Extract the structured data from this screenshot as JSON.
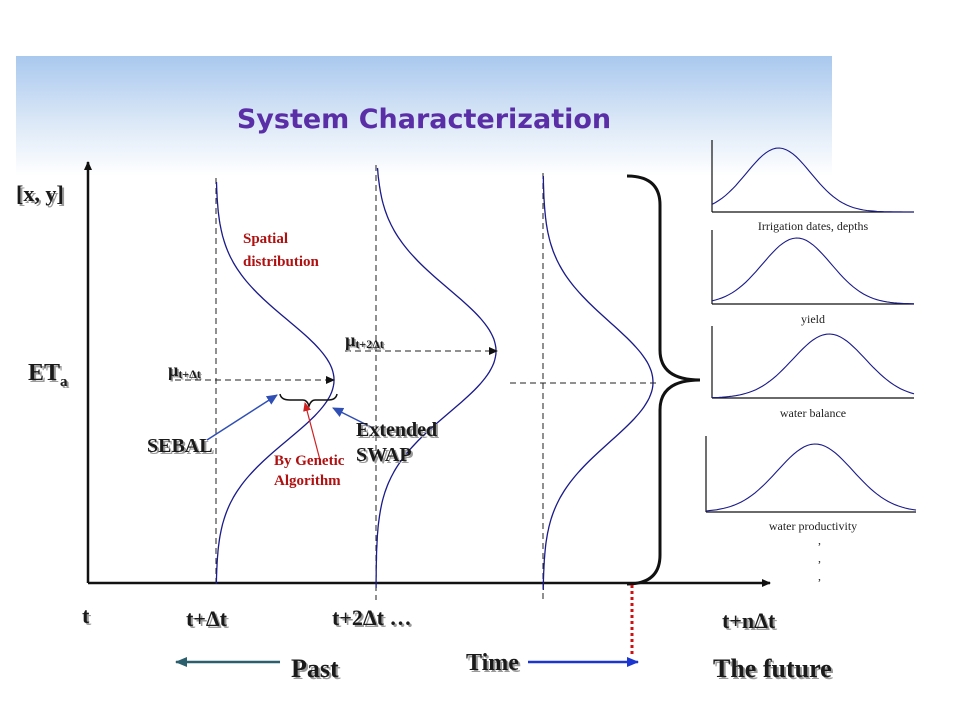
{
  "title": "System Characterization",
  "axis": {
    "y_label": "[x, y]",
    "eta_label": "ET",
    "eta_sub": "a",
    "x_ticks": [
      "t",
      "t+Δt",
      "t+2Δt …",
      "t+nΔt"
    ]
  },
  "labels": {
    "spatial_line1": "Spatial",
    "spatial_line2": "distribution",
    "mu1_symbol": "µ",
    "mu1_sub": "t+Δt",
    "mu2_symbol": "µ",
    "mu2_sub": "t+2Δt",
    "sebal": "SEBAL",
    "extended_line1": "Extended",
    "extended_line2": "SWAP",
    "genetic_line1": "By Genetic",
    "genetic_line2": "Algorithm"
  },
  "timeline": {
    "past": "Past",
    "time": "Time",
    "future": "The future"
  },
  "mini_charts": [
    {
      "caption": "Irrigation  dates, depths"
    },
    {
      "caption": "yield"
    },
    {
      "caption": "water balance"
    },
    {
      "caption": "water productivity"
    }
  ],
  "ellipsis": [
    ",",
    ",",
    ","
  ]
}
